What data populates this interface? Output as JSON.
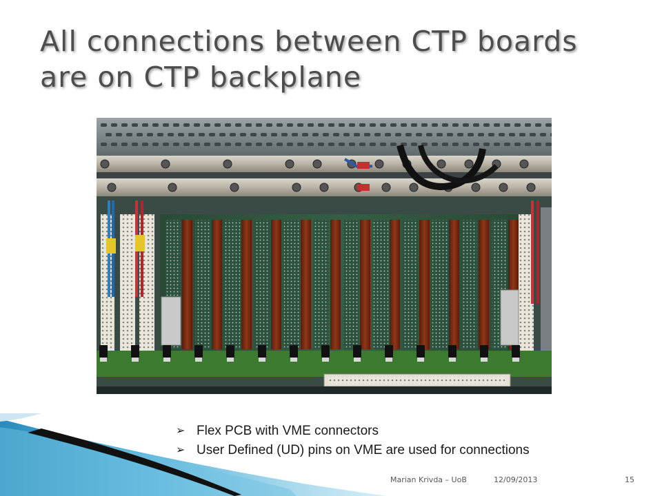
{
  "slide": {
    "title": "All connections between CTP boards are on CTP backplane",
    "bullets": [
      "Flex PCB with VME connectors",
      "User Defined (UD) pins on VME are used for connections"
    ],
    "bullet_icon": "arrow-bullet-icon"
  },
  "footer": {
    "author": "Marian Krivda – UoB",
    "date": "12/09/2013",
    "page_number": "15"
  },
  "colors": {
    "wave_dark": "#1a1a1a",
    "wave_blue": "#2a8fbf",
    "wave_light": "#bfe0ee",
    "pcb_green": "#2f5a3e",
    "copper_stripe": "#7a2a12"
  }
}
